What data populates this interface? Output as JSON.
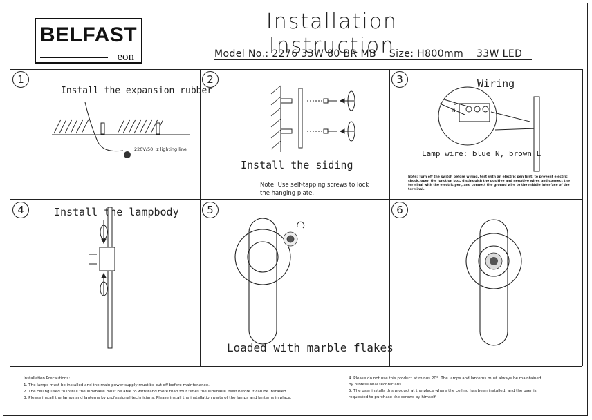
{
  "header": {
    "brand": "BELFAST",
    "brand_sub": "eon",
    "title": "Installation Instruction",
    "model_label": "Model No.: 2276 33W 80 BR MB",
    "size_label": "Size: H800mm",
    "power_label": "33W LED"
  },
  "steps": [
    {
      "num": "1",
      "title": "Install the expansion rubber",
      "caption": "220V/50Hz lighting line"
    },
    {
      "num": "2",
      "title": "Install the siding",
      "note": "Note: Use self-tapping screws to lock the hanging plate."
    },
    {
      "num": "3",
      "title": "Wiring",
      "caption": "Lamp wire: blue N, brown L",
      "note": "Note: Turn off the switch before wiring, test with an electric pen first, to prevent electric shock, open the junction box, distinguish the positive and negative wires and connect the terminal with the electric pen, and connect the ground wire to the middle interface of the terminal.",
      "terminal_labels": [
        "L",
        "N"
      ]
    },
    {
      "num": "4",
      "title": "Install the lampbody"
    },
    {
      "num": "5",
      "title": "Loaded with marble flakes"
    },
    {
      "num": "6",
      "title": ""
    }
  ],
  "precautions": {
    "heading": "Installation Precautions:",
    "items": [
      "1. The lamps must be installed and the main power supply must be cut off before maintenance.",
      "2. The ceiling used to install the luminaire must be able to withstand more than four times the luminaire itself before it can be installed.",
      "3. Please install the lamps and lanterns by professional technicians. Please install the installation parts of the lamps and lanterns in place.",
      "4. Please do not use this product at minus 20°. The lamps and lanterns must always be maintained",
      "by professional technicians.",
      "5. The user installs this product at the place where the ceiling has been installed, and the user is",
      "requested to purchase the screws by himself."
    ]
  }
}
